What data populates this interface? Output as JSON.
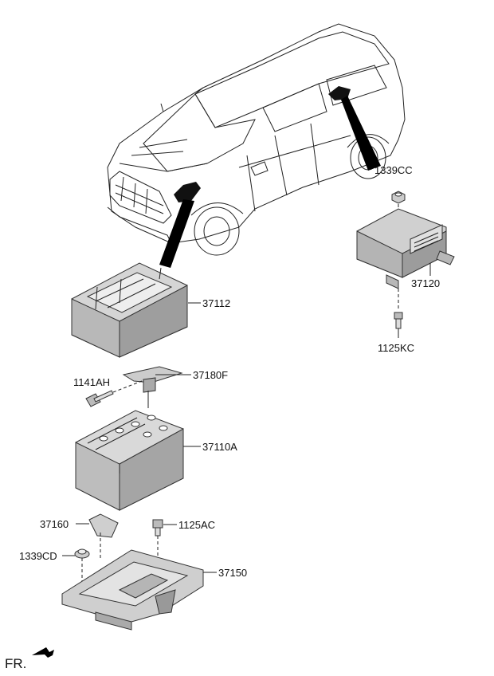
{
  "labels": {
    "p37112": "37112",
    "p37180F": "37180F",
    "p1141AH": "1141AH",
    "p37110A": "37110A",
    "p37160": "37160",
    "p1125AC": "1125AC",
    "p1339CD": "1339CD",
    "p37150": "37150",
    "p1339CC": "1339CC",
    "p37120": "37120",
    "p1125KC": "1125KC"
  },
  "orientation": {
    "front_label": "FR."
  },
  "colors": {
    "line": "#222222",
    "part_fill": "#cfcfcf",
    "part_fill_dark": "#9b9b9b",
    "part_fill_light": "#e6e6e6",
    "leader_fill": "#000000"
  }
}
